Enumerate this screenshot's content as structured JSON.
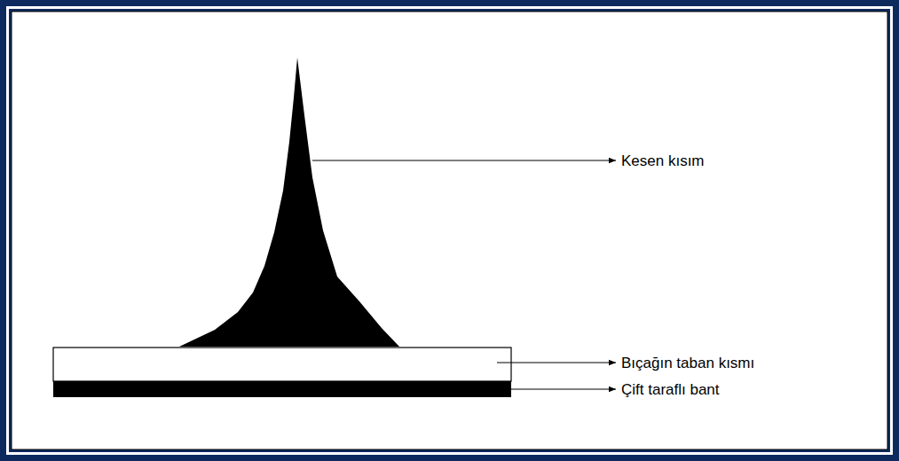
{
  "diagram": {
    "labels": [
      "Kesen kısım",
      "Bıçağın taban kısmı",
      "Çift taraflı bant"
    ]
  }
}
